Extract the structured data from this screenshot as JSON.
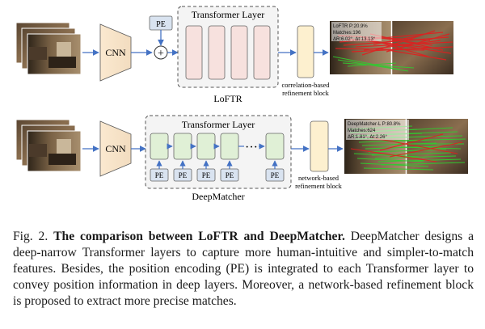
{
  "figure": {
    "top": {
      "cnn_label": "CNN",
      "pe_label": "PE",
      "plus_symbol": "+",
      "transformer_title": "Transformer Layer",
      "method_name": "LoFTR",
      "refine_label_line1": "correlation-based",
      "refine_label_line2": "refinement block",
      "overlay": {
        "line1": "LoFTR P:20.9%",
        "line2": "Matches:196",
        "line3": "ΔR:6.02°, Δt:13.13°"
      }
    },
    "bottom": {
      "cnn_label": "CNN",
      "pe_label": "PE",
      "dots": "···",
      "transformer_title": "Transformer Layer",
      "method_name": "DeepMatcher",
      "refine_label_line1": "network-based",
      "refine_label_line2": "refinement block",
      "overlay": {
        "line1": "DeepMatcher-L P:80.8%",
        "line2": "Matches:624",
        "line3": "ΔR:1.81°, Δt:2.26°"
      }
    }
  },
  "caption": {
    "prefix": "Fig. 2.",
    "bold_title": "The comparison between LoFTR and DeepMatcher.",
    "body": "DeepMatcher designs a deep-narrow Transformer layers to capture more human-intuitive and simpler-to-match features. Besides, the position encoding (PE) is integrated to each Transformer layer to convey position information in deep layers. Moreover, a network-based refinement block is proposed to extract more precise matches."
  },
  "colors": {
    "pink_block": "#f7e1de",
    "green_block": "#e0f0d6",
    "pe_block": "#d9e3f0",
    "refine_block": "#fdf0cf",
    "arrow": "#4472c4",
    "match_red": "#e01f1f",
    "match_green": "#2fcc2f"
  }
}
